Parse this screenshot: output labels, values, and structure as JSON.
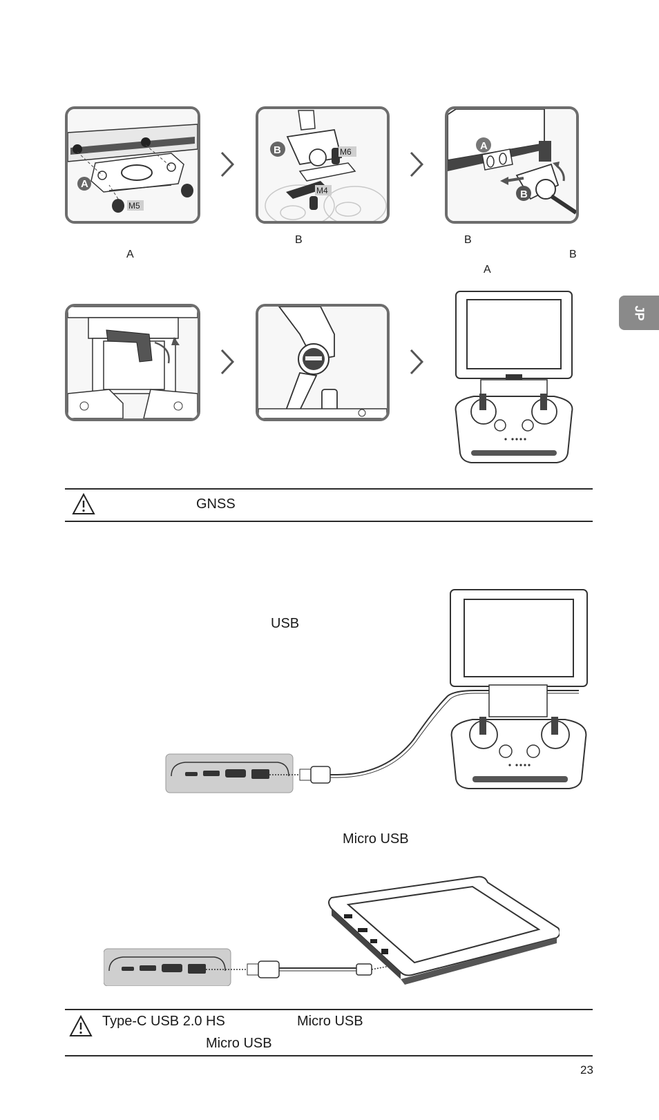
{
  "side_tab": {
    "label": "JP"
  },
  "step_captions": {
    "step1": "A",
    "step2": "B",
    "step3_line1": "B",
    "step3_line2": "B",
    "step3_line3": "A"
  },
  "callouts": {
    "a": "A",
    "b": "B",
    "m4": "M4",
    "m5": "M5",
    "m6": "M6"
  },
  "notice1": {
    "icon": "warning-triangle-icon",
    "text": "GNSS"
  },
  "section_usb": {
    "text": "USB"
  },
  "section_micro": {
    "text": "Micro USB"
  },
  "notice2": {
    "icon": "warning-triangle-icon",
    "line1_a": "Type-C USB 2.0 HS",
    "line1_b": "Micro USB",
    "line2": "Micro USB"
  },
  "page_number": "23"
}
